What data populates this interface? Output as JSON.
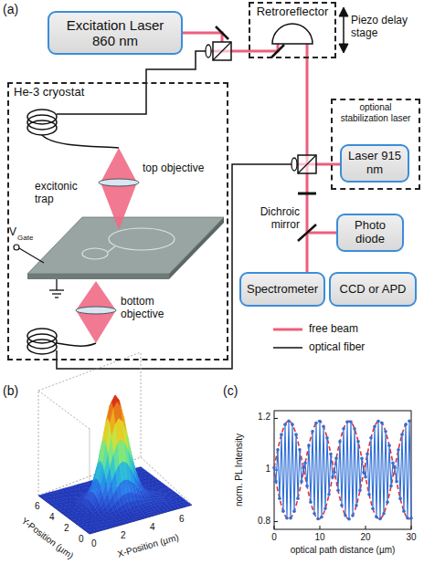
{
  "diagram": {
    "nodes": [
      {
        "text": [
          "He-3 cryostat"
        ]
      },
      {
        "text": [
          "Excitation Laser 860 nm"
        ]
      },
      {
        "text": [
          "Retroreflector"
        ]
      },
      {
        "text": [
          "optional stabilization laser"
        ]
      },
      {
        "text": [
          "Laser 915 nm"
        ],
        "in": 3
      },
      {
        "text": [
          "Photo diode"
        ]
      },
      {
        "text": [
          "Spectrometer"
        ]
      },
      {
        "text": [
          "CCD or APD"
        ]
      }
    ],
    "labels": [
      "(a)",
      "Piezo delay stage",
      "top objective",
      "excitonic trap",
      "V",
      "Gate",
      "bottom objective",
      "Dichroic mirror",
      "(b)",
      "0",
      "2",
      "4",
      "6",
      "0",
      "2",
      "4",
      "6",
      "Y-Position (µm)",
      "X-Position (µm)",
      "(c)",
      "0.8",
      "1",
      "1.2",
      "0",
      "10",
      "20",
      "30",
      "norm. PL Intensity",
      "optical path distance (µm)"
    ],
    "legend": [
      {
        "text": "free beam"
      },
      {
        "text": "optical fiber"
      }
    ]
  }
}
